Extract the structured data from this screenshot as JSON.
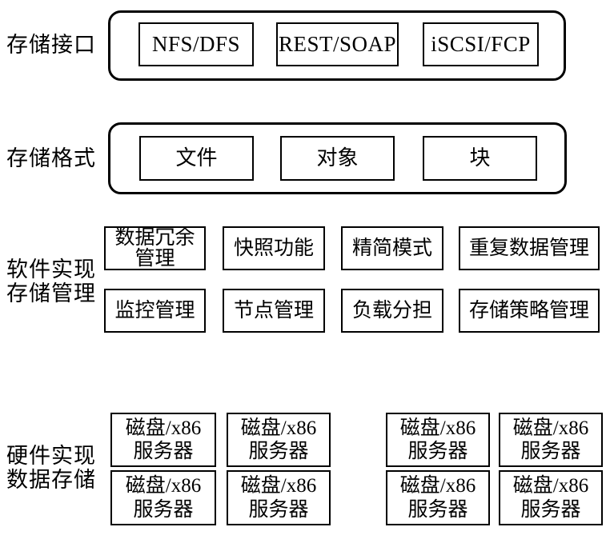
{
  "colors": {
    "line": "#000000",
    "background": "#ffffff",
    "text": "#000000"
  },
  "diagram": {
    "interface_section": {
      "label": "存储接口",
      "boxes": [
        "NFS/DFS",
        "REST/SOAP",
        "iSCSI/FCP"
      ]
    },
    "format_section": {
      "label": "存储格式",
      "boxes": [
        "文件",
        "对象",
        "块"
      ]
    },
    "software_section": {
      "label": "软件实现\n存储管理",
      "row1": [
        "数据冗余\n管理",
        "快照功能",
        "精简模式",
        "重复数据管理"
      ],
      "row2": [
        "监控管理",
        "节点管理",
        "负载分担",
        "存储策略管理"
      ]
    },
    "hardware_section": {
      "label": "硬件实现\n数据存储",
      "server_box": "磁盘/x86\n服务器"
    }
  }
}
